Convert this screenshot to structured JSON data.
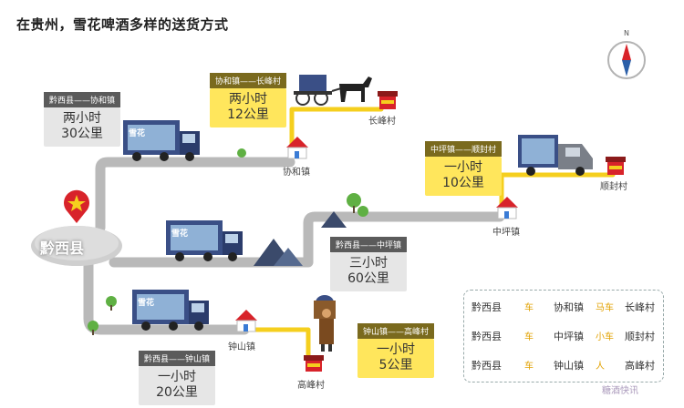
{
  "title": "在贵州，雪花啤酒多样的送货方式",
  "compass": "N",
  "origin": "黔西县",
  "towns": {
    "xiehe": "协和镇",
    "zhongping": "中坪镇",
    "zhongshan": "钟山镇",
    "changfeng": "长峰村",
    "shunfeng": "顺封村",
    "gaofeng": "高峰村"
  },
  "callouts": {
    "c1": {
      "tag": "黔西县——协和镇",
      "line1": "两小时",
      "line2": "30公里"
    },
    "c2": {
      "tag": "协和镇——长峰村",
      "line1": "两小时",
      "line2": "12公里"
    },
    "c3": {
      "tag": "中坪镇——顺封村",
      "line1": "一小时",
      "line2": "10公里"
    },
    "c4": {
      "tag": "黔西县——中坪镇",
      "line1": "三小时",
      "line2": "60公里"
    },
    "c5": {
      "tag": "钟山镇——高峰村",
      "line1": "一小时",
      "line2": "5公里"
    },
    "c6": {
      "tag": "黔西县——钟山镇",
      "line1": "一小时",
      "line2": "20公里"
    }
  },
  "truck_logo": "雪花",
  "legend": {
    "r1": {
      "a": "黔西县",
      "m1": "车",
      "b": "协和镇",
      "m2": "马车",
      "c": "长峰村"
    },
    "r2": {
      "a": "黔西县",
      "m1": "车",
      "b": "中坪镇",
      "m2": "小车",
      "c": "顺封村"
    },
    "r3": {
      "a": "黔西县",
      "m1": "车",
      "b": "钟山镇",
      "m2": "人",
      "c": "高峰村"
    }
  },
  "watermark": "糖酒快讯",
  "colors": {
    "road": "#b9b9b9",
    "path": "#f5cf1e",
    "red": "#d8232a",
    "truck": "#3a4f86"
  }
}
